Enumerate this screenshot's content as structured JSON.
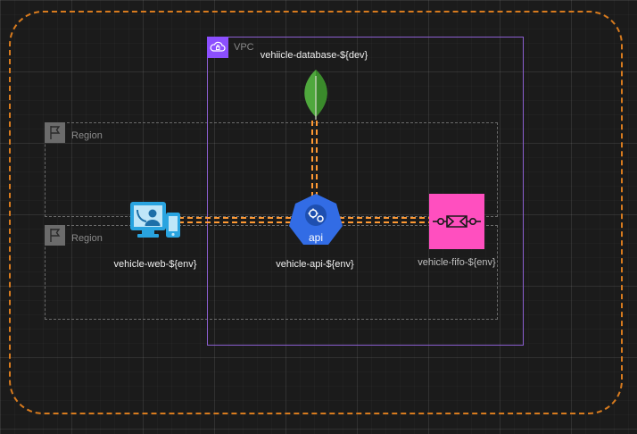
{
  "vpc": {
    "label": "VPC"
  },
  "regions": [
    {
      "label": "Region"
    },
    {
      "label": "Region"
    }
  ],
  "nodes": {
    "database": {
      "label": "vehiicle-database-${dev}",
      "icon": "mongodb-leaf-icon"
    },
    "web": {
      "label": "vehicle-web-${env}",
      "icon": "client-devices-icon"
    },
    "api": {
      "label": "vehicle-api-${env}",
      "badge": "api",
      "icon": "kubernetes-api-icon"
    },
    "fifo": {
      "label": "vehicle-fifo-${env}",
      "icon": "sqs-queue-icon"
    }
  },
  "colors": {
    "outer_boundary": "#d87b1e",
    "connector": "#ff9933",
    "vpc": "#8c4fff",
    "region": "#6b6b6b",
    "sqs": "#ff4fbf",
    "k8s": "#326ce5",
    "mongodb": "#4fa83d"
  }
}
